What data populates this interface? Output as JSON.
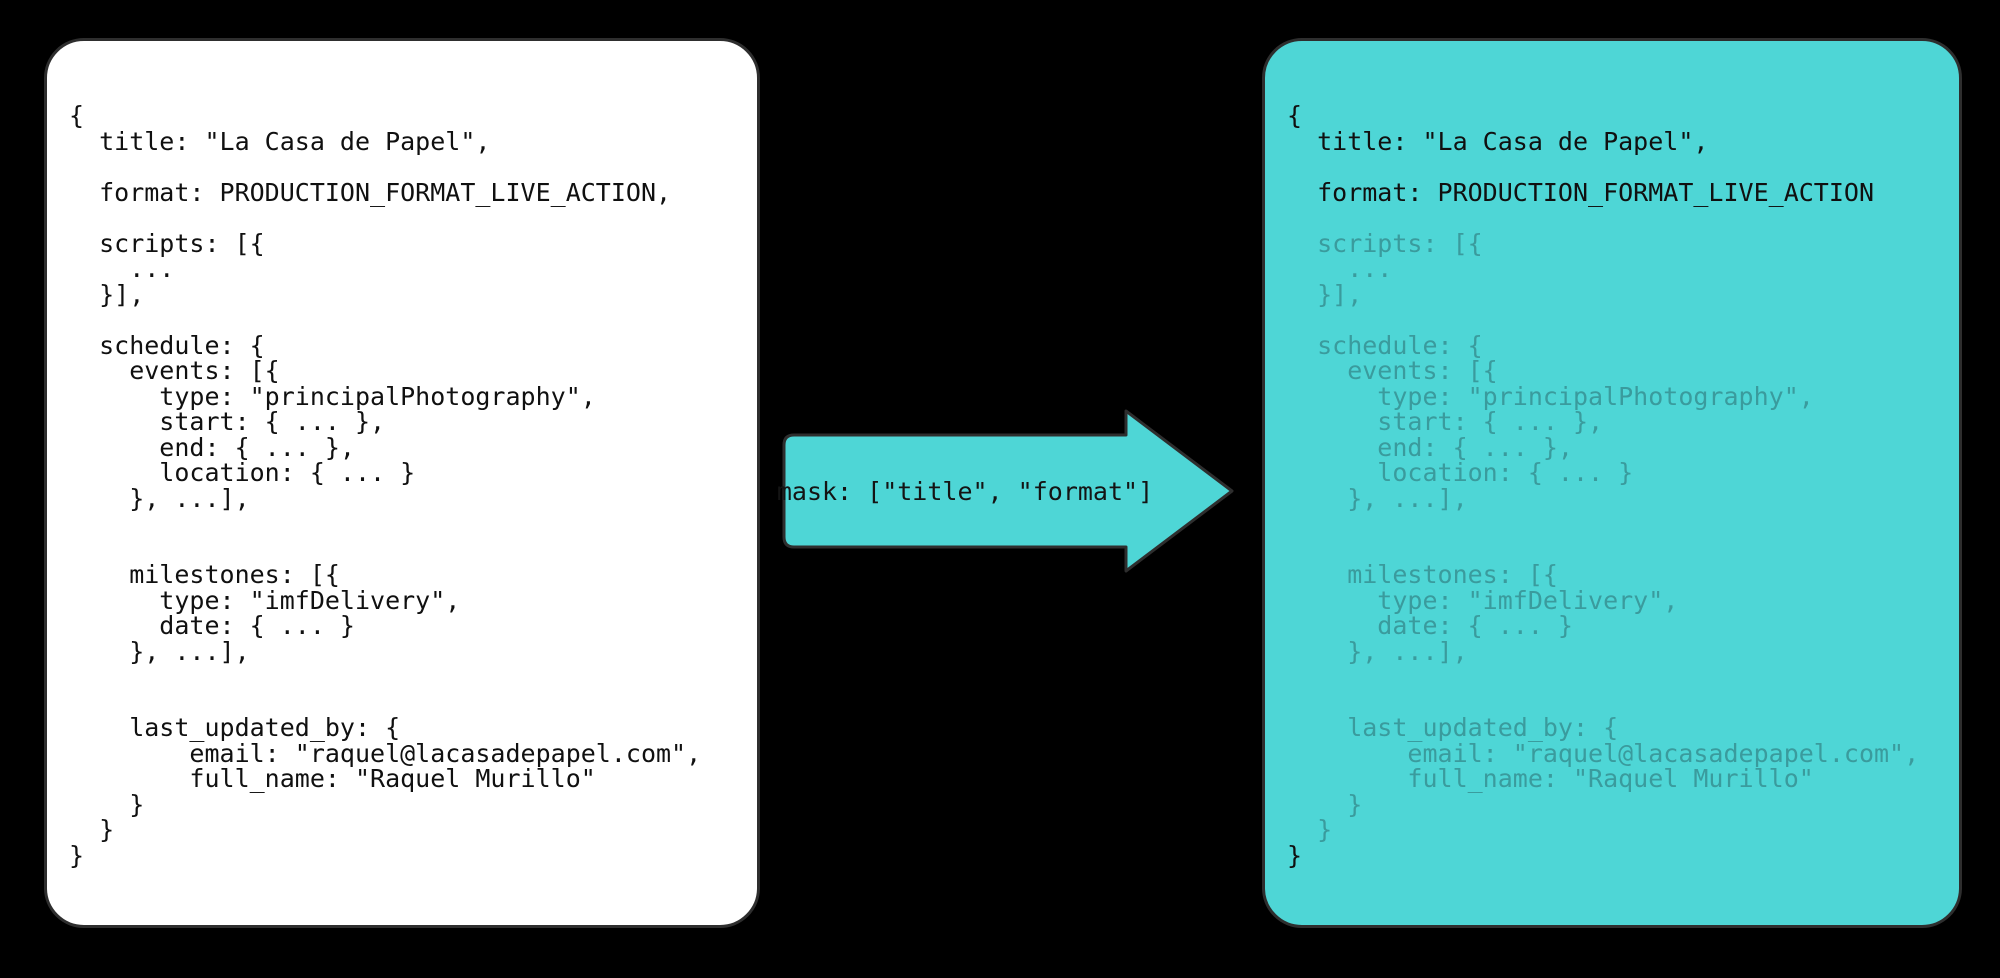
{
  "colors": {
    "background": "#000000",
    "card_plain_bg": "#ffffff",
    "card_masked_bg": "#4ed6d6",
    "card_border": "#2e2e2e",
    "text": "#101010",
    "text_dimmed": "rgba(32, 74, 78, 0.42)",
    "arrow_fill": "#4ed6d6",
    "arrow_outline": "#2e2e2e"
  },
  "source_card": {
    "lines": [
      "{",
      "  title: \"La Casa de Papel\",",
      "",
      "  format: PRODUCTION_FORMAT_LIVE_ACTION,",
      "",
      "  scripts: [{",
      "    ...",
      "  }],",
      "",
      "  schedule: {",
      "    events: [{",
      "      type: \"principalPhotography\",",
      "      start: { ... },",
      "      end: { ... },",
      "      location: { ... }",
      "    }, ...],",
      "",
      "",
      "    milestones: [{",
      "      type: \"imfDelivery\",",
      "      date: { ... }",
      "    }, ...],",
      "",
      "",
      "    last_updated_by: {",
      "        email: \"raquel@lacasadepapel.com\",",
      "        full_name: \"Raquel Murillo\"",
      "    }",
      "  }",
      "}"
    ]
  },
  "arrow": {
    "label": "mask: [\"title\", \"format\"]"
  },
  "result_card": {
    "lines": [
      {
        "text": "{",
        "masked": false
      },
      {
        "text": "  title: \"La Casa de Papel\",",
        "masked": false
      },
      {
        "text": "",
        "masked": false
      },
      {
        "text": "  format: PRODUCTION_FORMAT_LIVE_ACTION",
        "masked": false
      },
      {
        "text": "",
        "masked": false
      },
      {
        "text": "  scripts: [{",
        "masked": true
      },
      {
        "text": "    ...",
        "masked": true
      },
      {
        "text": "  }],",
        "masked": true
      },
      {
        "text": "",
        "masked": true
      },
      {
        "text": "  schedule: {",
        "masked": true
      },
      {
        "text": "    events: [{",
        "masked": true
      },
      {
        "text": "      type: \"principalPhotography\",",
        "masked": true
      },
      {
        "text": "      start: { ... },",
        "masked": true
      },
      {
        "text": "      end: { ... },",
        "masked": true
      },
      {
        "text": "      location: { ... }",
        "masked": true
      },
      {
        "text": "    }, ...],",
        "masked": true
      },
      {
        "text": "",
        "masked": true
      },
      {
        "text": "",
        "masked": true
      },
      {
        "text": "    milestones: [{",
        "masked": true
      },
      {
        "text": "      type: \"imfDelivery\",",
        "masked": true
      },
      {
        "text": "      date: { ... }",
        "masked": true
      },
      {
        "text": "    }, ...],",
        "masked": true
      },
      {
        "text": "",
        "masked": true
      },
      {
        "text": "",
        "masked": true
      },
      {
        "text": "    last_updated_by: {",
        "masked": true
      },
      {
        "text": "        email: \"raquel@lacasadepapel.com\",",
        "masked": true
      },
      {
        "text": "        full_name: \"Raquel Murillo\"",
        "masked": true
      },
      {
        "text": "    }",
        "masked": true
      },
      {
        "text": "  }",
        "masked": true
      },
      {
        "text": "}",
        "masked": false
      }
    ]
  }
}
